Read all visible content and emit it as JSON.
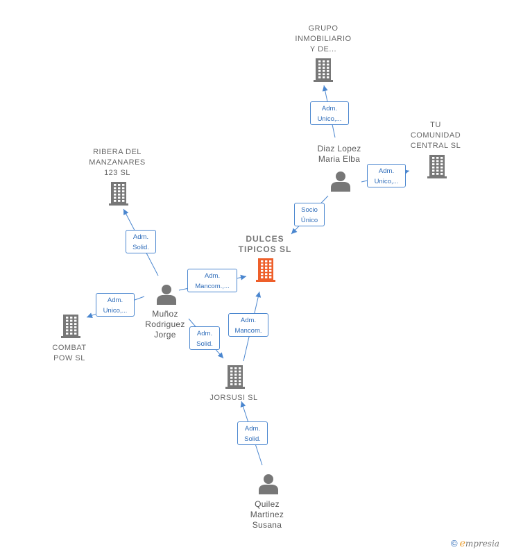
{
  "nodes": {
    "grupo": {
      "lines": [
        "GRUPO",
        "INMOBILIARIO",
        "Y DE..."
      ]
    },
    "tu": {
      "lines": [
        "TU",
        "COMUNIDAD",
        "CENTRAL  SL"
      ]
    },
    "ribera": {
      "lines": [
        "RIBERA DEL",
        "MANZANARES",
        "123  SL"
      ]
    },
    "dulces": {
      "lines": [
        "DULCES",
        "TIPICOS  SL"
      ]
    },
    "combat": {
      "lines": [
        "COMBAT",
        "POW  SL"
      ]
    },
    "jorsusi": {
      "lines": [
        "JORSUSI  SL"
      ]
    },
    "diaz": {
      "lines": [
        "Diaz Lopez",
        "Maria Elba"
      ]
    },
    "munoz": {
      "lines": [
        "Muñoz",
        "Rodriguez",
        "Jorge"
      ]
    },
    "quilez": {
      "lines": [
        "Quilez",
        "Martinez",
        "Susana"
      ]
    }
  },
  "edges": {
    "diaz_grupo": [
      "Adm.",
      "Unico,..."
    ],
    "diaz_tu": [
      "Adm.",
      "Unico,..."
    ],
    "diaz_dulces": [
      "Socio",
      "Único"
    ],
    "munoz_ribera": [
      "Adm.",
      "Solid."
    ],
    "munoz_dulces": [
      "Adm.",
      "Mancom.,..."
    ],
    "munoz_combat": [
      "Adm.",
      "Unico,..."
    ],
    "munoz_jorsusi": [
      "Adm.",
      "Solid."
    ],
    "jorsusi_dulces": [
      "Adm.",
      "Mancom."
    ],
    "quilez_jorsusi": [
      "Adm.",
      "Solid."
    ]
  },
  "colors": {
    "company": "#777777",
    "main_company": "#ee5f2a",
    "person": "#777777",
    "edge": "#4a86cf"
  },
  "icons": {
    "company": "building-icon",
    "person": "person-icon",
    "brand": "copyright-icon"
  },
  "brand": {
    "c": "©",
    "e": "e",
    "rest": "mpresia"
  }
}
